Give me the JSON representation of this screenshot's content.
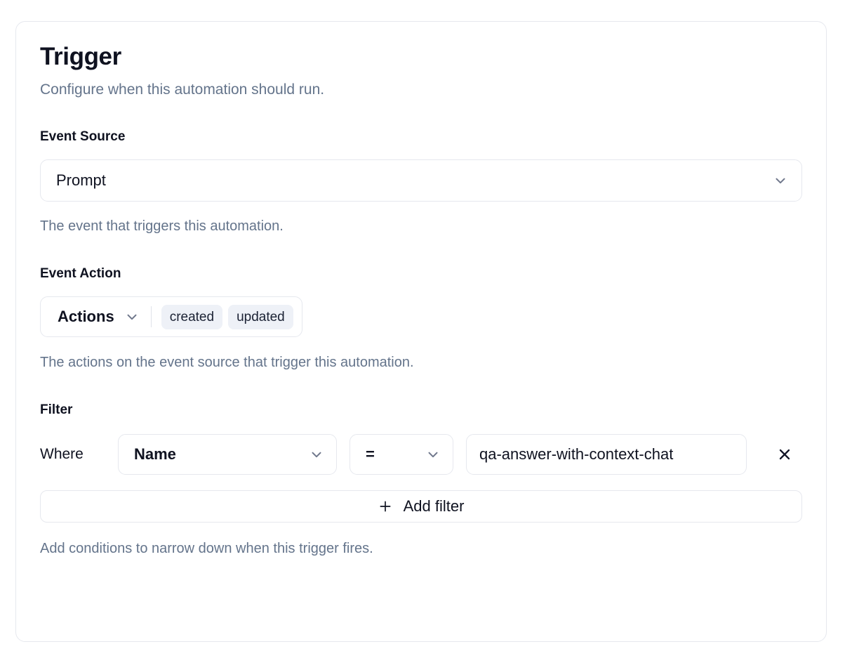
{
  "card": {
    "title": "Trigger",
    "subtitle": "Configure when this automation should run."
  },
  "event_source": {
    "label": "Event Source",
    "value": "Prompt",
    "help": "The event that triggers this automation.",
    "chevron_icon": "chevron-down-icon"
  },
  "event_action": {
    "label": "Event Action",
    "trigger_label": "Actions",
    "chevron_icon": "chevron-down-icon",
    "selected": [
      "created",
      "updated"
    ],
    "help": "The actions on the event source that trigger this automation."
  },
  "filter": {
    "label": "Filter",
    "where_label": "Where",
    "field": "Name",
    "operator": "=",
    "value": "qa-answer-with-context-chat",
    "value_placeholder": "",
    "remove_icon": "close-icon",
    "add_label": "Add filter",
    "add_icon": "plus-icon",
    "help": "Add conditions to narrow down when this trigger fires."
  },
  "colors": {
    "text": "#0f1220",
    "muted": "#64748b",
    "border": "#e6e8ee",
    "pill_bg": "#eef1f7",
    "icon": "#70788c"
  }
}
